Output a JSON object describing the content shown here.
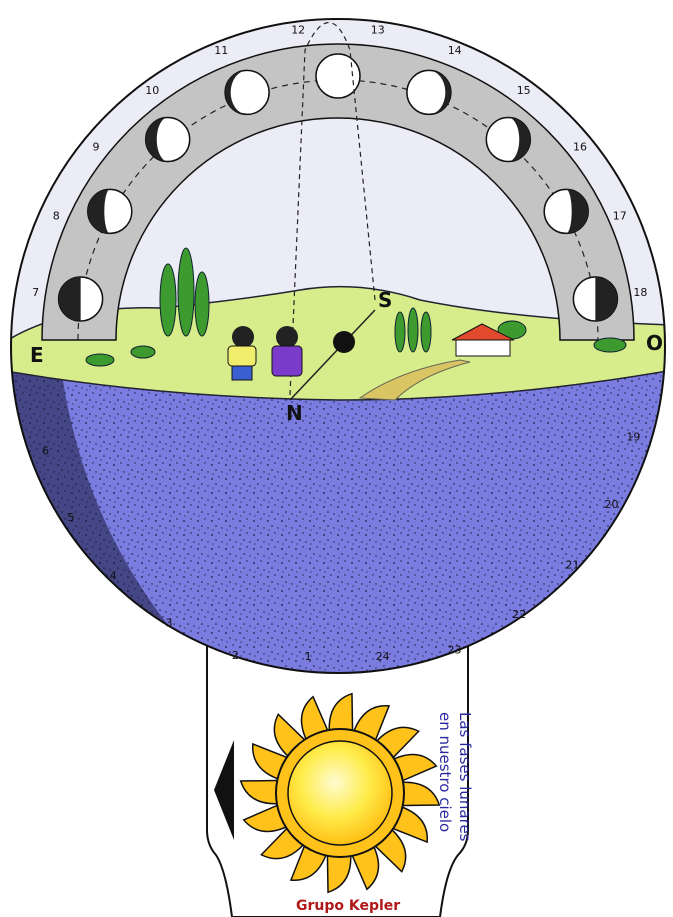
{
  "sky_hours": [
    "7",
    "8",
    "9",
    "10",
    "11",
    "12",
    "13",
    "14",
    "15",
    "16",
    "17",
    "18"
  ],
  "ground_hours": [
    "19",
    "20",
    "21",
    "22",
    "23",
    "24",
    "1",
    "2",
    "3",
    "4",
    "5",
    "6"
  ],
  "cardinals": {
    "east": "E",
    "west": "O",
    "south": "S",
    "north": "N"
  },
  "tab": {
    "title_line1": "Las fases lunares",
    "title_line2": "en nuestro cielo",
    "brand": "Grupo Kepler"
  },
  "colors": {
    "sky_band": "#ececf6",
    "moon_track": "#c4c4c4",
    "ground": "#7b7ce0",
    "land": "#d7ec8a",
    "sun_outer": "#ffc21a",
    "sun_inner": "#fff06a"
  }
}
